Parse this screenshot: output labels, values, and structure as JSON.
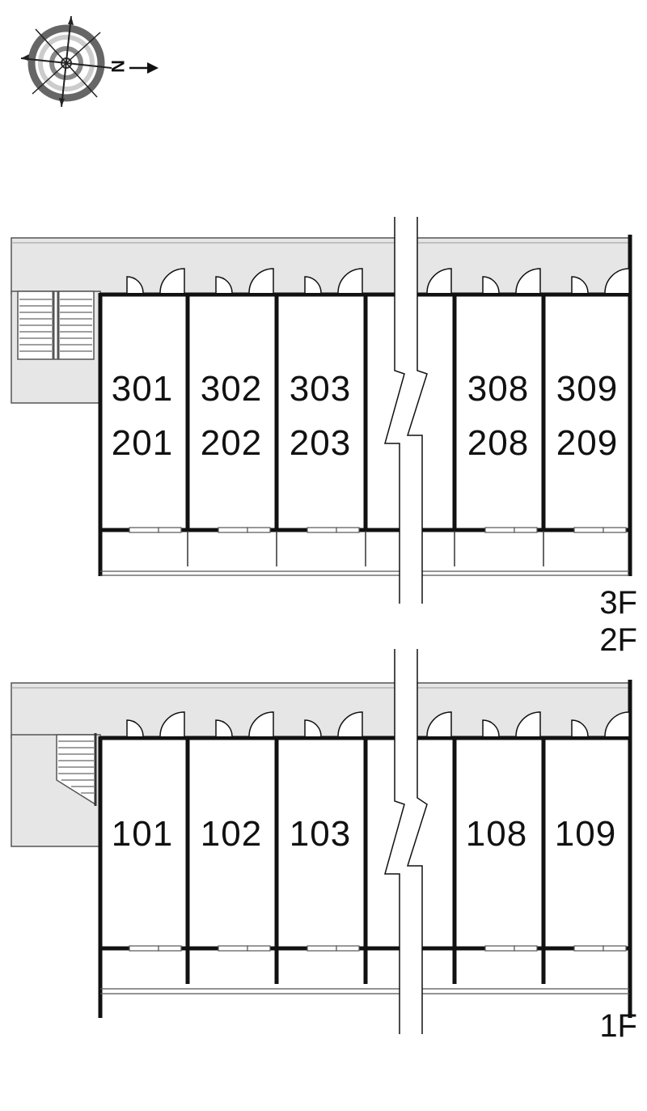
{
  "compass": {
    "north_letter": "N",
    "icon": "compass-rose-icon"
  },
  "colors": {
    "corridor": "#e6e6e6",
    "wall": "#111111",
    "line": "#555555",
    "background": "#ffffff"
  },
  "upper_block": {
    "floor_labels": [
      "3F",
      "2F"
    ],
    "units_top_row": [
      "301",
      "302",
      "303",
      "308",
      "309"
    ],
    "units_bottom_row": [
      "201",
      "202",
      "203",
      "208",
      "209"
    ]
  },
  "lower_block": {
    "floor_labels": [
      "1F"
    ],
    "units": [
      "101",
      "102",
      "103",
      "108",
      "109"
    ]
  }
}
